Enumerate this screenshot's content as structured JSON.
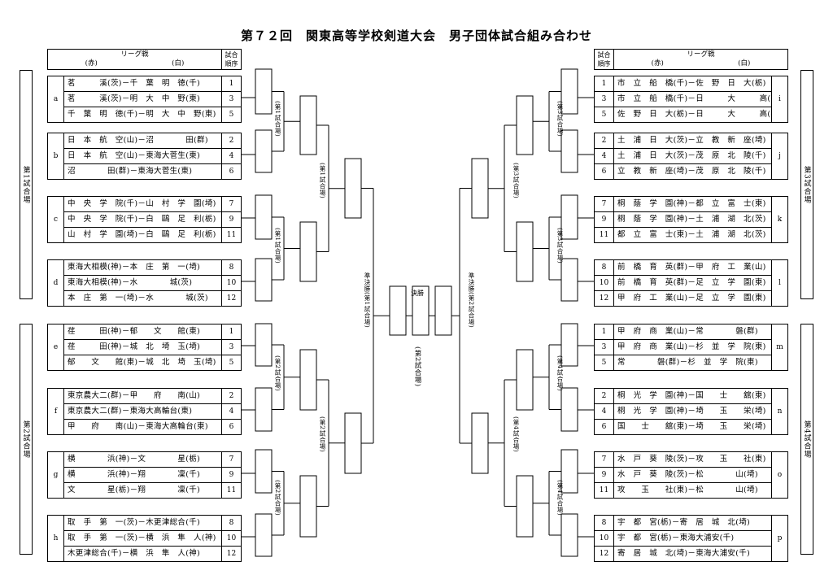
{
  "title": "第７２回　関東高等学校剣道大会　男子団体試合組み合わせ",
  "headers": {
    "league_label": "リーグ戦",
    "red_label": "(赤)",
    "white_label": "(白)",
    "order_label": "試合\n順序"
  },
  "venues": [
    "第1試合場",
    "第2試合場",
    "第3試合場",
    "第4試合場"
  ],
  "bracket_labels": {
    "r1_v1": "(第1試合場)",
    "r1_v2": "(第2試合場)",
    "r1_v3": "(第3試合場)",
    "r1_v4": "(第4試合場)",
    "r2_v1": "(第1試合場)",
    "r2_v2": "(第2試合場)",
    "r2_v3": "(第3試合場)",
    "r2_v4": "(第4試合場)",
    "semi_left": "準決勝(第1試合場)",
    "semi_right": "準決勝(第2試合場)",
    "final": "決勝",
    "final_venue": "(第2試合場)"
  },
  "left_groups": [
    {
      "label": "a",
      "matches": [
        {
          "text": "茗　　　溪(茨)－千　葉　明　徳(千)",
          "order": "1"
        },
        {
          "text": "茗　　　溪(茨)－明　大　中　野(東)",
          "order": "3"
        },
        {
          "text": "千　葉　明　徳(千)－明　大　中　野(東)",
          "order": "5"
        }
      ]
    },
    {
      "label": "b",
      "matches": [
        {
          "text": "日　本　航　空(山)－沼　　　　田(群)",
          "order": "2"
        },
        {
          "text": "日　本　航　空(山)－東海大菅生(東)",
          "order": "4"
        },
        {
          "text": "沼　　　　田(群)－東海大菅生(東)",
          "order": "6"
        }
      ]
    },
    {
      "label": "c",
      "matches": [
        {
          "text": "中　央　学　院(千)－山　村　学　園(埼)",
          "order": "7"
        },
        {
          "text": "中　央　学　院(千)－白　鷗　足　利(栃)",
          "order": "9"
        },
        {
          "text": "山　村　学　園(埼)－白　鷗　足　利(栃)",
          "order": "11"
        }
      ]
    },
    {
      "label": "d",
      "matches": [
        {
          "text": "東海大相模(神)－本　庄　第　一(埼)",
          "order": "8"
        },
        {
          "text": "東海大相模(神)－水　　　　城(茨)",
          "order": "10"
        },
        {
          "text": "本　庄　第　一(埼)－水　　　　城(茨)",
          "order": "12"
        }
      ]
    },
    {
      "label": "e",
      "matches": [
        {
          "text": "荏　　　田(神)－郁　　文　　館(東)",
          "order": "1"
        },
        {
          "text": "荏　　　田(神)－城　北　埼　玉(埼)",
          "order": "3"
        },
        {
          "text": "郁　　文　　館(東)－城　北　埼　玉(埼)",
          "order": "5"
        }
      ]
    },
    {
      "label": "f",
      "matches": [
        {
          "text": "東京農大二(群)－甲　　府　　南(山)",
          "order": "2"
        },
        {
          "text": "東京農大二(群)－東海大高輪台(東)",
          "order": "4"
        },
        {
          "text": "甲　　府　　南(山)－東海大高輪台(東)",
          "order": "6"
        }
      ]
    },
    {
      "label": "g",
      "matches": [
        {
          "text": "横　　　　浜(神)－文　　　　星(栃)",
          "order": "7"
        },
        {
          "text": "横　　　　浜(神)－翔　　　　凜(千)",
          "order": "9"
        },
        {
          "text": "文　　　　星(栃)－翔　　　　凜(千)",
          "order": "11"
        }
      ]
    },
    {
      "label": "h",
      "matches": [
        {
          "text": "取　手　第　一(茨)－木更津総合(千)",
          "order": "8"
        },
        {
          "text": "取　手　第　一(茨)－横　浜　隼　人(神)",
          "order": "10"
        },
        {
          "text": "木更津総合(千)－横　浜　隼　人(神)",
          "order": "12"
        }
      ]
    }
  ],
  "right_groups": [
    {
      "label": "i",
      "matches": [
        {
          "text": "市　立　船　橋(千)－佐　野　日　大(栃)",
          "order": "1"
        },
        {
          "text": "市　立　船　橋(千)－日　　　大　　　高(神)",
          "order": "3"
        },
        {
          "text": "佐　野　日　大(栃)－日　　　大　　　高(神)",
          "order": "5"
        }
      ]
    },
    {
      "label": "j",
      "matches": [
        {
          "text": "土　浦　日　大(茨)－立　教　新　座(埼)",
          "order": "2"
        },
        {
          "text": "土　浦　日　大(茨)－茂　原　北　陵(千)",
          "order": "4"
        },
        {
          "text": "立　教　新　座(埼)－茂　原　北　陵(千)",
          "order": "6"
        }
      ]
    },
    {
      "label": "k",
      "matches": [
        {
          "text": "桐　蔭　学　園(神)－都　立　富　士(東)",
          "order": "7"
        },
        {
          "text": "桐　蔭　学　園(神)－土　浦　湖　北(茨)",
          "order": "9"
        },
        {
          "text": "都　立　富　士(東)－土　浦　湖　北(茨)",
          "order": "11"
        }
      ]
    },
    {
      "label": "l",
      "matches": [
        {
          "text": "前　橋　育　英(群)－甲　府　工　業(山)",
          "order": "8"
        },
        {
          "text": "前　橋　育　英(群)－足　立　学　園(東)",
          "order": "10"
        },
        {
          "text": "甲　府　工　業(山)－足　立　学　園(東)",
          "order": "12"
        }
      ]
    },
    {
      "label": "m",
      "matches": [
        {
          "text": "甲　府　商　業(山)－常　　　　磐(群)",
          "order": "1"
        },
        {
          "text": "甲　府　商　業(山)－杉　並　学　院(東)",
          "order": "3"
        },
        {
          "text": "常　　　　磐(群)－杉　並　学　院(東)",
          "order": "5"
        }
      ]
    },
    {
      "label": "n",
      "matches": [
        {
          "text": "桐　光　学　園(神)－国　　士　　舘(東)",
          "order": "2"
        },
        {
          "text": "桐　光　学　園(神)－埼　　玉　　栄(埼)",
          "order": "4"
        },
        {
          "text": "国　　士　　舘(東)－埼　　玉　　栄(埼)",
          "order": "6"
        }
      ]
    },
    {
      "label": "o",
      "matches": [
        {
          "text": "水　戸　葵　陵(茨)－攻　　玉　　社(東)",
          "order": "7"
        },
        {
          "text": "水　戸　葵　陵(茨)－松　　　　山(埼)",
          "order": "9"
        },
        {
          "text": "攻　　玉　　社(東)－松　　　　山(埼)",
          "order": "11"
        }
      ]
    },
    {
      "label": "p",
      "matches": [
        {
          "text": "宇　都　宮(栃)－寄　居　城　北(埼)",
          "order": "8"
        },
        {
          "text": "宇　都　宮(栃)－東海大浦安(千)",
          "order": "10"
        },
        {
          "text": "寄　居　城　北(埼)－東海大浦安(千)",
          "order": "12"
        }
      ]
    }
  ]
}
